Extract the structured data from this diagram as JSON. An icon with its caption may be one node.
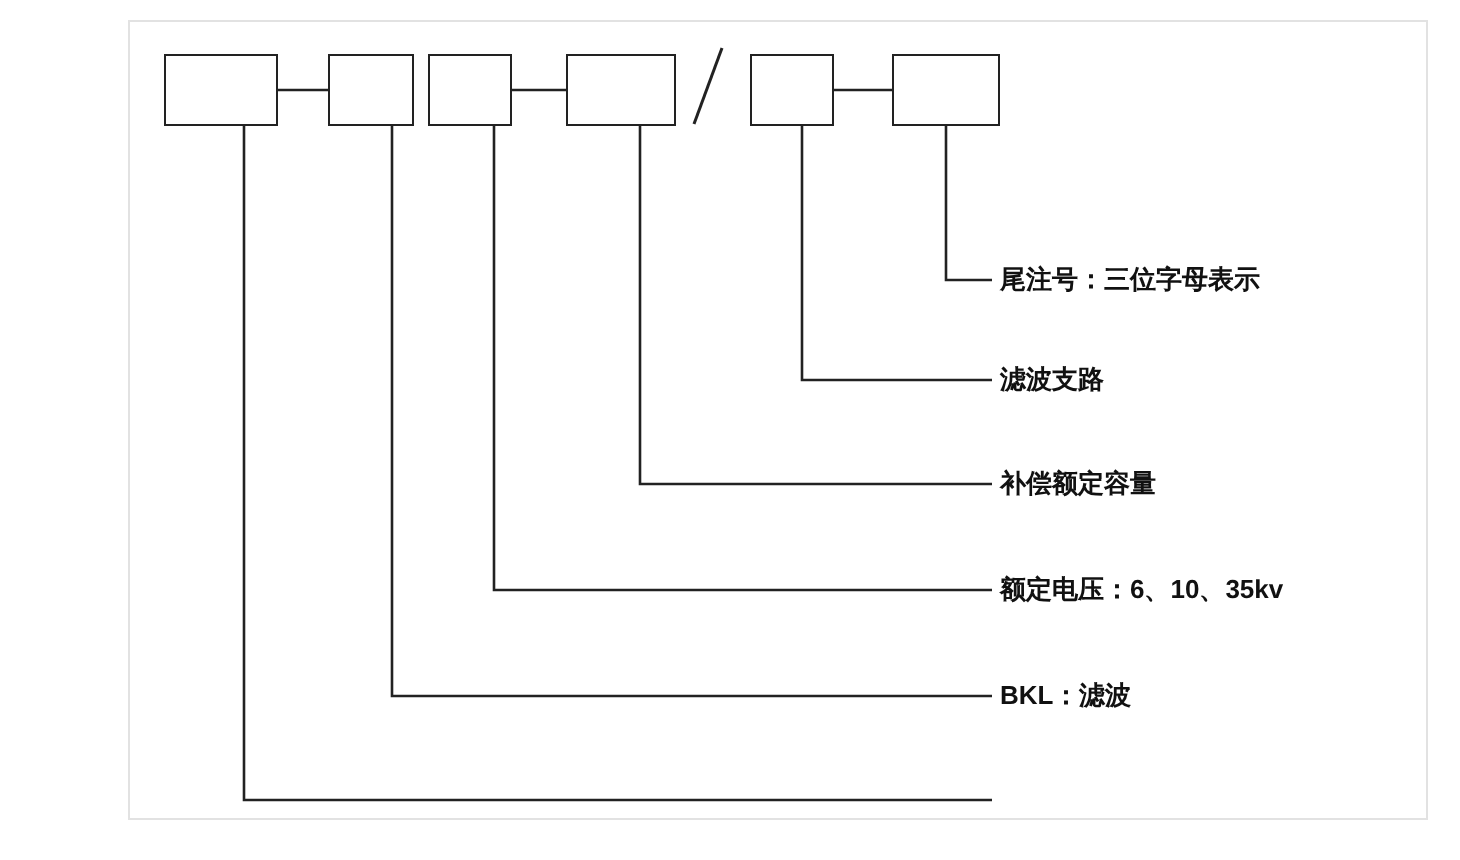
{
  "diagram": {
    "nodes": [
      {
        "text": [],
        "shape": "box"
      },
      {
        "text": [],
        "shape": "box"
      },
      {
        "text": [],
        "shape": "box"
      },
      {
        "text": [],
        "shape": "box"
      },
      {
        "text": [],
        "shape": "box"
      },
      {
        "text": [],
        "shape": "box"
      },
      {
        "text": [
          "尾注号：三位字母表示"
        ]
      },
      {
        "text": [
          "滤波支路"
        ]
      },
      {
        "text": [
          "补偿额定容量"
        ]
      },
      {
        "text": [
          "额定电压：6、10、35kv"
        ]
      },
      {
        "text": [
          "BKL：滤波"
        ]
      }
    ],
    "edges": [
      {
        "from": 0,
        "to": 1,
        "arrow": "none"
      },
      {
        "from": 2,
        "to": 3,
        "arrow": "none"
      },
      {
        "from": 4,
        "to": 5,
        "arrow": "none"
      },
      {
        "from": 6,
        "to": 5,
        "arrow": "none"
      },
      {
        "from": 7,
        "to": 4,
        "arrow": "none"
      },
      {
        "from": 8,
        "to": 3,
        "arrow": "none"
      },
      {
        "from": 9,
        "to": 2,
        "arrow": "none"
      },
      {
        "from": 10,
        "to": 1,
        "arrow": "none"
      },
      {
        "from": null,
        "to": 0,
        "arrow": "none"
      }
    ]
  }
}
